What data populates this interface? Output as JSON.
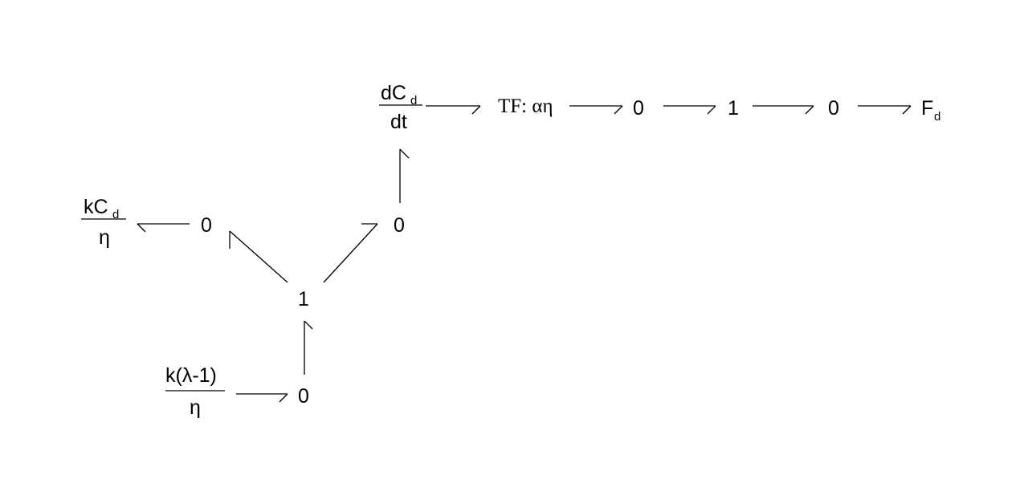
{
  "diagram": {
    "nodes": {
      "dcdt": {
        "num": "dC",
        "num_sub": "d",
        "den": "dt"
      },
      "tf": {
        "label": "TF: αη"
      },
      "j0_top_a": {
        "label": "0"
      },
      "j1_top": {
        "label": "1"
      },
      "j0_top_b": {
        "label": "0"
      },
      "fd": {
        "label": "F",
        "sub": "d"
      },
      "kcd": {
        "num": "kC",
        "num_sub": "d",
        "den": "η"
      },
      "j0_left": {
        "label": "0"
      },
      "j0_right": {
        "label": "0"
      },
      "j1_center": {
        "label": "1"
      },
      "klambda": {
        "num": "k(λ-1)",
        "den": "η"
      },
      "j0_bottom": {
        "label": "0"
      }
    },
    "bonds": [
      {
        "from": "dcdt",
        "to": "tf"
      },
      {
        "from": "tf",
        "to": "j0_top_a"
      },
      {
        "from": "j0_top_a",
        "to": "j1_top"
      },
      {
        "from": "j1_top",
        "to": "j0_top_b"
      },
      {
        "from": "j0_top_b",
        "to": "fd"
      },
      {
        "from": "j0_left",
        "to": "kcd"
      },
      {
        "from": "j1_center",
        "to": "j0_left"
      },
      {
        "from": "j1_center",
        "to": "j0_right"
      },
      {
        "from": "j0_right",
        "to": "dcdt"
      },
      {
        "from": "j0_bottom",
        "to": "j1_center"
      },
      {
        "from": "klambda",
        "to": "j0_bottom"
      }
    ]
  }
}
